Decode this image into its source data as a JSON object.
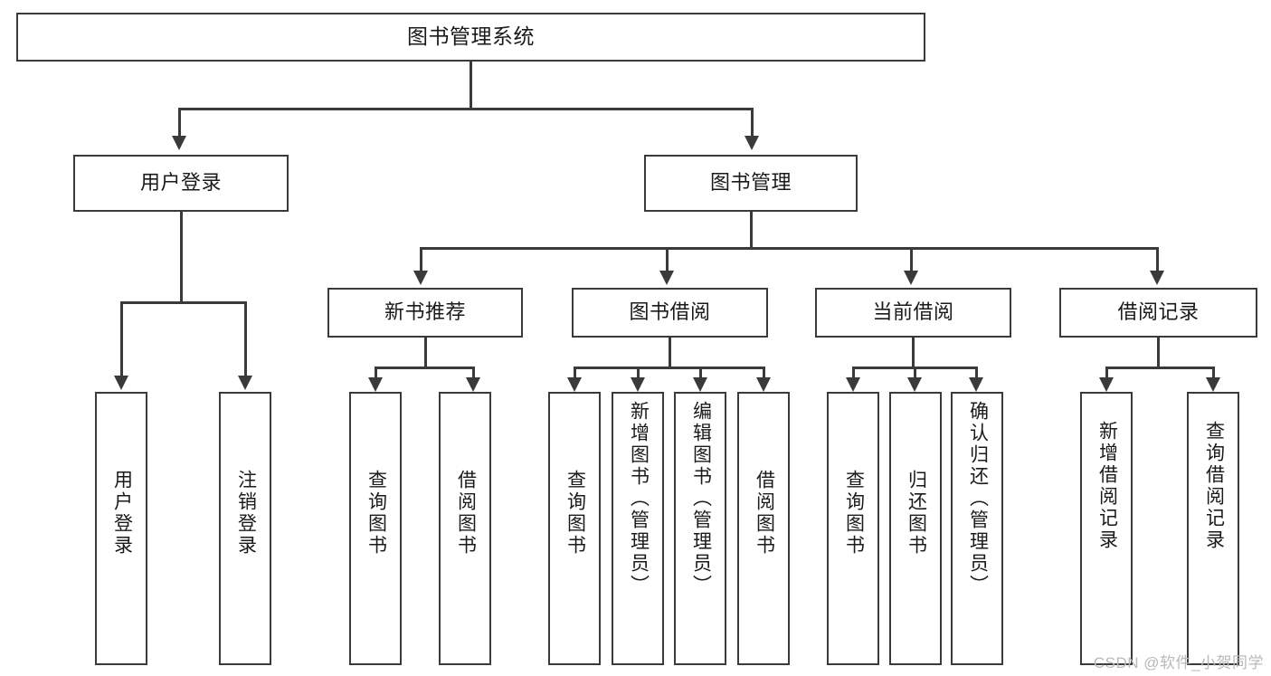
{
  "diagram": {
    "title": "图书管理系统",
    "watermark": "CSDN @软件_小贺同学",
    "levels": {
      "root": {
        "label": "图书管理系统"
      },
      "level2": [
        {
          "id": "user-login",
          "label": "用户登录"
        },
        {
          "id": "book-manage",
          "label": "图书管理"
        }
      ],
      "level3": [
        {
          "id": "new-book-recommend",
          "label": "新书推荐"
        },
        {
          "id": "book-borrow",
          "label": "图书借阅"
        },
        {
          "id": "current-borrow",
          "label": "当前借阅"
        },
        {
          "id": "borrow-record",
          "label": "借阅记录"
        }
      ],
      "leaves": {
        "user_login": [
          {
            "id": "leaf-user-login",
            "label": "用户登录"
          },
          {
            "id": "leaf-logout-login",
            "label": "注销登录"
          }
        ],
        "new_book_recommend": [
          {
            "id": "leaf-query-book-1",
            "label": "查询图书"
          },
          {
            "id": "leaf-borrow-book-1",
            "label": "借阅图书"
          }
        ],
        "book_borrow": [
          {
            "id": "leaf-query-book-2",
            "label": "查询图书"
          },
          {
            "id": "leaf-add-book-admin",
            "label": "新增图书（管理员）"
          },
          {
            "id": "leaf-edit-book-admin",
            "label": "编辑图书（管理员）"
          },
          {
            "id": "leaf-borrow-book-2",
            "label": "借阅图书"
          }
        ],
        "current_borrow": [
          {
            "id": "leaf-query-book-3",
            "label": "查询图书"
          },
          {
            "id": "leaf-return-book",
            "label": "归还图书"
          },
          {
            "id": "leaf-confirm-return-admin",
            "label": "确认归还（管理员）"
          }
        ],
        "borrow_record": [
          {
            "id": "leaf-add-borrow-record",
            "label": "新增借阅记录"
          },
          {
            "id": "leaf-query-borrow-record",
            "label": "查询借阅记录"
          }
        ]
      }
    },
    "colors": {
      "stroke": "#3a3a3a",
      "fill": "#ffffff",
      "text": "#1a1a1a",
      "watermark": "#b9b9b9"
    }
  }
}
